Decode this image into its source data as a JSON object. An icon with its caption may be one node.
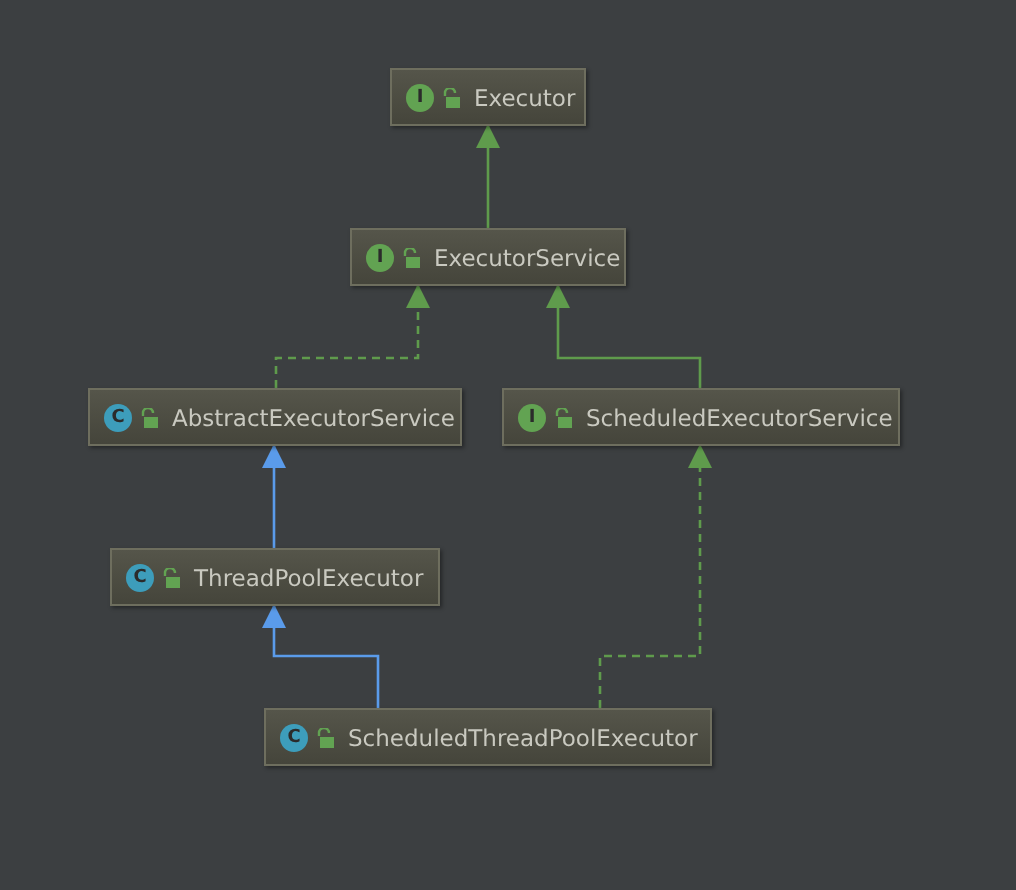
{
  "diagram": {
    "nodes": [
      {
        "text": [
          "I",
          "Executor"
        ]
      },
      {
        "text": [
          "I",
          "ExecutorService"
        ]
      },
      {
        "text": [
          "C",
          "AbstractExecutorService"
        ]
      },
      {
        "text": [
          "I",
          "ScheduledExecutorService"
        ]
      },
      {
        "text": [
          "C",
          "ThreadPoolExecutor"
        ]
      },
      {
        "text": [
          "C",
          "ScheduledThreadPoolExecutor"
        ]
      }
    ],
    "edges": [
      {
        "from": 1,
        "to": 0,
        "arrow": "to"
      },
      {
        "from": 2,
        "to": 1,
        "arrow": "to",
        "style": "dashed"
      },
      {
        "from": 3,
        "to": 1,
        "arrow": "to"
      },
      {
        "from": 4,
        "to": 2,
        "arrow": "to",
        "color": "#5a9bea"
      },
      {
        "from": 5,
        "to": 4,
        "arrow": "to",
        "color": "#5a9bea"
      },
      {
        "from": 5,
        "to": 3,
        "arrow": "to",
        "style": "dashed"
      }
    ]
  }
}
